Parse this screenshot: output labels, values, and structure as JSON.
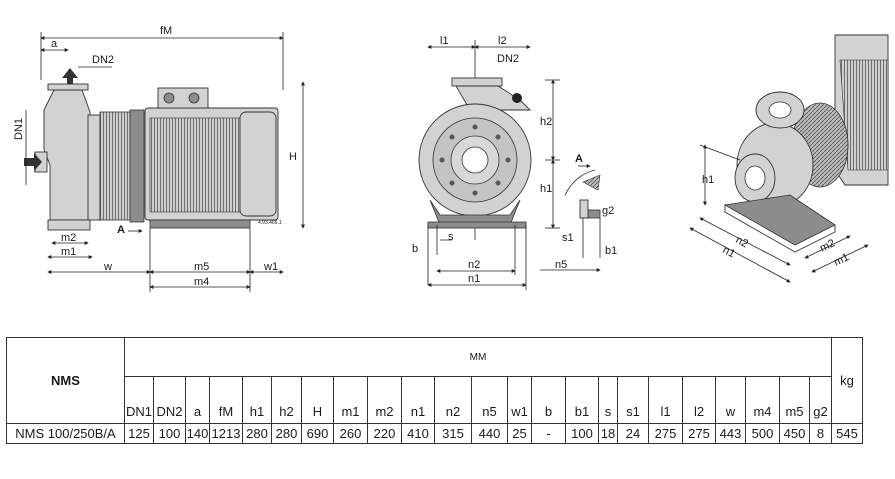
{
  "drawing": {
    "side_labels": {
      "fM": "fM",
      "a": "a",
      "DN2": "DN2",
      "DN1": "DN1",
      "H": "H",
      "m2": "m2",
      "m1": "m1",
      "w": "w",
      "m5": "m5",
      "w1": "w1",
      "m4": "m4",
      "A": "A",
      "ref": "4.93.466.1"
    },
    "front_labels": {
      "l1": "l1",
      "l2": "l2",
      "DN2": "DN2",
      "h2": "h2",
      "h1": "h1",
      "b": "b",
      "s": "s",
      "n2": "n2",
      "n1": "n1",
      "A": "A",
      "g2": "g2",
      "s1": "s1",
      "b1": "b1",
      "n5": "n5"
    },
    "iso_labels": {
      "h1": "h1",
      "n2": "n2",
      "n1": "n1",
      "m2": "m2",
      "m1": "m1"
    }
  },
  "table": {
    "model_header": "NMS",
    "unit_header": "MM",
    "weight_header": "kg",
    "columns": [
      "DN1",
      "DN2",
      "a",
      "fM",
      "h1",
      "h2",
      "H",
      "m1",
      "m2",
      "n1",
      "n2",
      "n5",
      "w1",
      "b",
      "b1",
      "s",
      "s1",
      "l1",
      "l2",
      "w",
      "m4",
      "m5",
      "g2"
    ],
    "rows": [
      {
        "model": "NMS 100/250B/A",
        "values": [
          "125",
          "100",
          "140",
          "1213",
          "280",
          "280",
          "690",
          "260",
          "220",
          "410",
          "315",
          "440",
          "25",
          "-",
          "100",
          "18",
          "24",
          "275",
          "275",
          "443",
          "500",
          "450",
          "8"
        ],
        "weight": "545"
      }
    ]
  }
}
